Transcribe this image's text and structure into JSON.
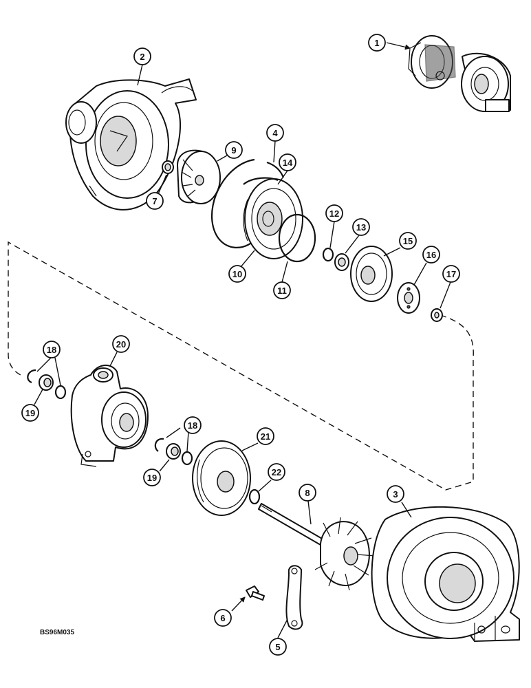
{
  "figure": {
    "drawing_code": "BS96M035"
  },
  "callouts": [
    {
      "id": "callout-1",
      "label": "1"
    },
    {
      "id": "callout-2",
      "label": "2"
    },
    {
      "id": "callout-3",
      "label": "3"
    },
    {
      "id": "callout-4",
      "label": "4"
    },
    {
      "id": "callout-5",
      "label": "5"
    },
    {
      "id": "callout-6",
      "label": "6"
    },
    {
      "id": "callout-7",
      "label": "7"
    },
    {
      "id": "callout-8",
      "label": "8"
    },
    {
      "id": "callout-9",
      "label": "9"
    },
    {
      "id": "callout-10",
      "label": "10"
    },
    {
      "id": "callout-11",
      "label": "11"
    },
    {
      "id": "callout-12",
      "label": "12"
    },
    {
      "id": "callout-13",
      "label": "13"
    },
    {
      "id": "callout-14",
      "label": "14"
    },
    {
      "id": "callout-15",
      "label": "15"
    },
    {
      "id": "callout-16",
      "label": "16"
    },
    {
      "id": "callout-17",
      "label": "17"
    },
    {
      "id": "callout-18a",
      "label": "18"
    },
    {
      "id": "callout-18b",
      "label": "18"
    },
    {
      "id": "callout-19a",
      "label": "19"
    },
    {
      "id": "callout-19b",
      "label": "19"
    },
    {
      "id": "callout-20",
      "label": "20"
    },
    {
      "id": "callout-21",
      "label": "21"
    },
    {
      "id": "callout-22",
      "label": "22"
    }
  ]
}
